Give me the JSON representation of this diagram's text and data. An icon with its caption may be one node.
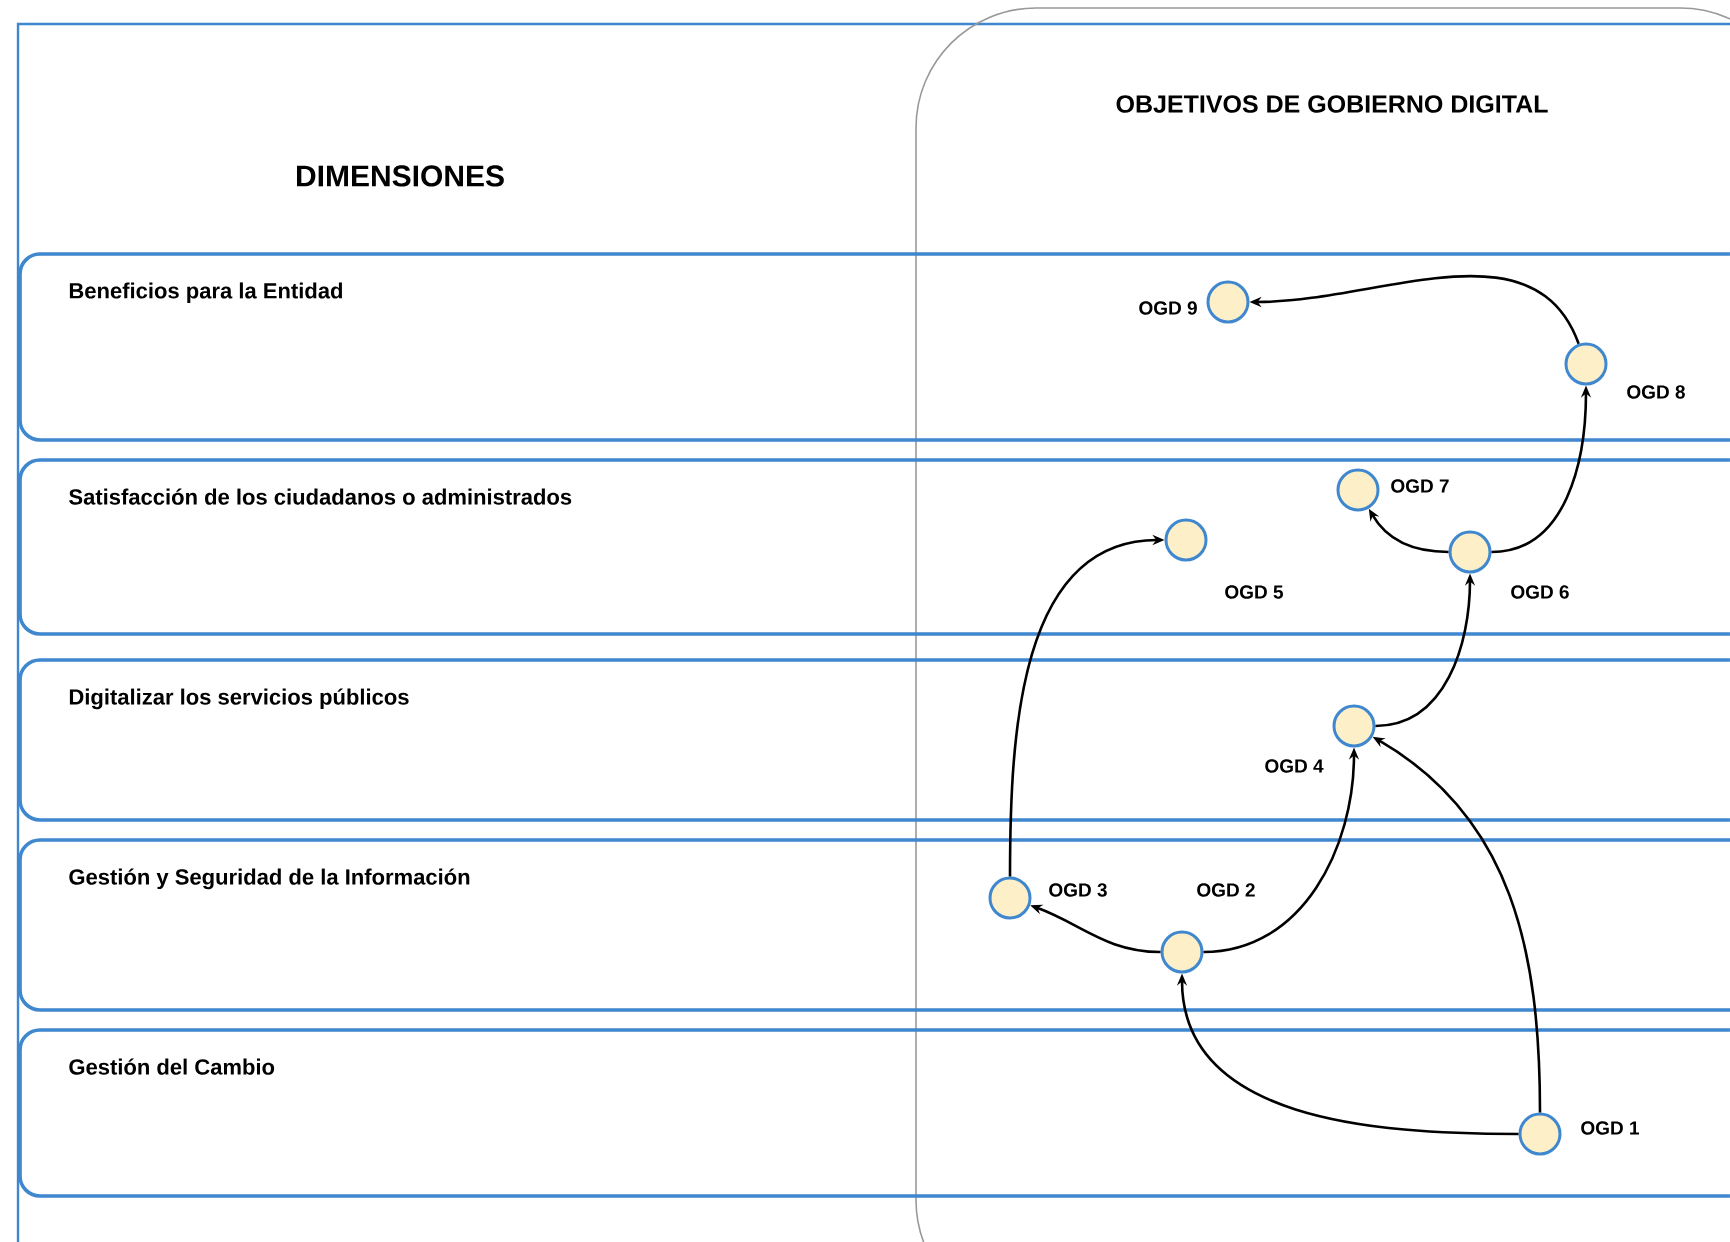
{
  "diagram": {
    "nodes": [
      {
        "text": [
          "Beneficios para la Entidad"
        ]
      },
      {
        "text": [
          "Satisfacción de los ciudadanos o administrados"
        ]
      },
      {
        "text": [
          "Digitalizar los servicios públicos"
        ]
      },
      {
        "text": [
          "Gestión y Seguridad de la Información"
        ]
      },
      {
        "text": [
          "Gestión del Cambio"
        ]
      },
      {
        "text": [],
        "shape": "circle",
        "in": 0,
        "beside": [
          "OGD 9"
        ]
      },
      {
        "text": [],
        "shape": "circle",
        "in": 0,
        "beside": [
          "OGD 8"
        ]
      },
      {
        "text": [],
        "shape": "circle",
        "in": 1,
        "beside": [
          "OGD 7"
        ]
      },
      {
        "text": [],
        "shape": "circle",
        "in": 1,
        "beside": [
          "OGD 5"
        ]
      },
      {
        "text": [],
        "shape": "circle",
        "in": 1,
        "beside": [
          "OGD 6"
        ]
      },
      {
        "text": [],
        "shape": "circle",
        "in": 2,
        "beside": [
          "OGD 4"
        ]
      },
      {
        "text": [],
        "shape": "circle",
        "in": 3,
        "beside": [
          "OGD 3"
        ]
      },
      {
        "text": [],
        "shape": "circle",
        "in": 3,
        "beside": [
          "OGD 2"
        ]
      },
      {
        "text": [],
        "shape": "circle",
        "in": 4,
        "beside": [
          "OGD 1"
        ]
      }
    ],
    "edges": [
      {
        "from": 13,
        "to": 12,
        "arrow": "to"
      },
      {
        "from": 13,
        "to": 10,
        "arrow": "to"
      },
      {
        "from": 12,
        "to": 11,
        "arrow": "to"
      },
      {
        "from": 12,
        "to": 10,
        "arrow": "to"
      },
      {
        "from": 11,
        "to": 8,
        "arrow": "to"
      },
      {
        "from": 10,
        "to": 9,
        "arrow": "to"
      },
      {
        "from": 9,
        "to": 7,
        "arrow": "to"
      },
      {
        "from": 9,
        "to": 6,
        "arrow": "to"
      },
      {
        "from": 6,
        "to": 5,
        "arrow": "to"
      }
    ],
    "labels": [
      "OBJETIVOS DE GOBIERNO DIGITAL",
      "DIMENSIONES"
    ]
  }
}
